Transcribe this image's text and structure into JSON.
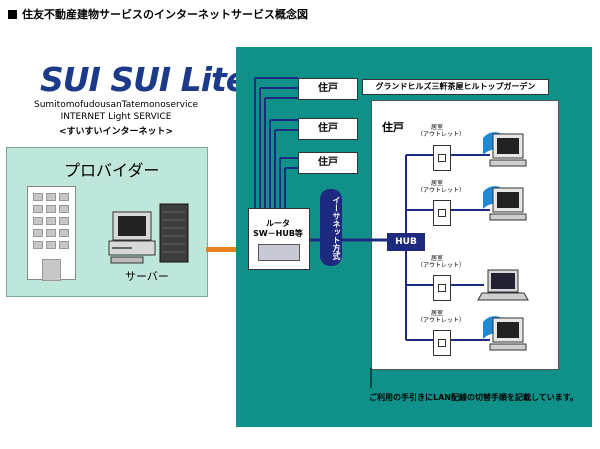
{
  "title": "住友不動産建物サービスのインターネットサービス概念図",
  "logo": {
    "text": "SUI SUI Lite",
    "company": "SumitomofudousanTatemonoservice",
    "service": "INTERNET Light SERVICE",
    "nickname": "<すいすいインターネット>"
  },
  "provider": {
    "label": "プロバイダー",
    "server_label": "サーバー"
  },
  "router": {
    "label_line1": "ルータ",
    "label_line2": "SW－HUB等"
  },
  "ethernet_label": "イーサネット方式",
  "units": [
    "住戸",
    "住戸",
    "住戸"
  ],
  "complex_name": "グランドヒルズ三軒茶屋ヒルトップガーデン",
  "residence_label": "住戸",
  "hub_label": "HUB",
  "rooms": [
    {
      "name": "居室",
      "sub": "（アウトレット）",
      "device": "desktop"
    },
    {
      "name": "居室",
      "sub": "（アウトレット）",
      "device": "desktop"
    },
    {
      "name": "居室",
      "sub": "（アウトレット）",
      "device": "laptop"
    },
    {
      "name": "居室",
      "sub": "（アウトレット）",
      "device": "desktop"
    }
  ],
  "note": "ご利用の手引きにLAN配線の切替手順を記載しています。",
  "colors": {
    "teal": "#0f9189",
    "navy": "#1e2a80",
    "provider_bg": "#bfe6db",
    "orange_line": "#e8801f",
    "logo_blue": "#1b3a8a"
  }
}
